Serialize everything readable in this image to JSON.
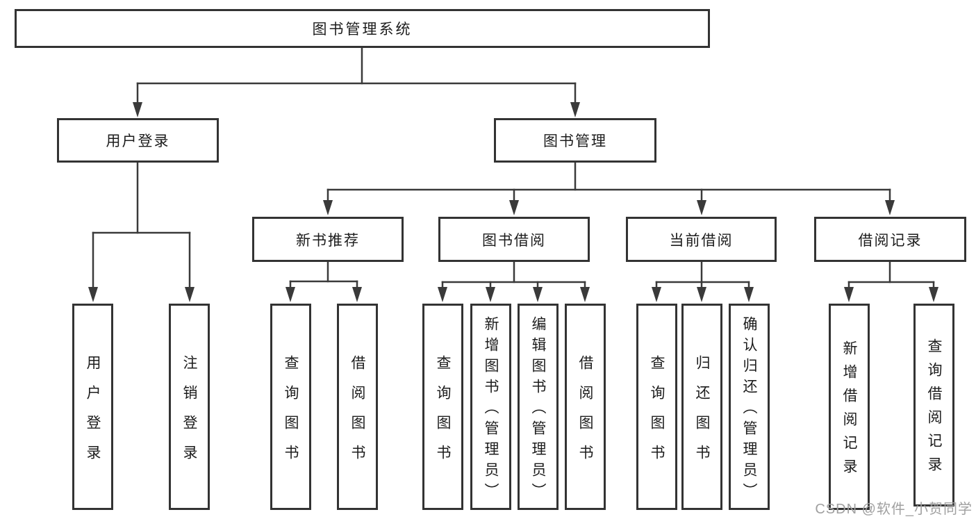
{
  "tree": {
    "label": "图书管理系统",
    "children": [
      {
        "label": "用户登录",
        "children": [
          {
            "label": "用户登录"
          },
          {
            "label": "注销登录"
          }
        ]
      },
      {
        "label": "图书管理",
        "children": [
          {
            "label": "新书推荐",
            "children": [
              {
                "label": "查询图书"
              },
              {
                "label": "借阅图书"
              }
            ]
          },
          {
            "label": "图书借阅",
            "children": [
              {
                "label": "查询图书"
              },
              {
                "label": "新增图书（管理员）"
              },
              {
                "label": "编辑图书（管理员）"
              },
              {
                "label": "借阅图书"
              }
            ]
          },
          {
            "label": "当前借阅",
            "children": [
              {
                "label": "查询图书"
              },
              {
                "label": "归还图书"
              },
              {
                "label": "确认归还（管理员）"
              }
            ]
          },
          {
            "label": "借阅记录",
            "children": [
              {
                "label": "新增借阅记录"
              },
              {
                "label": "查询借阅记录"
              }
            ]
          }
        ]
      }
    ]
  },
  "watermark": {
    "text": "CSDN @软件_小贺同学"
  },
  "colors": {
    "line": "#3a3a3a",
    "box_border": "#333333",
    "text": "#1c1c1c",
    "watermark": "#a0a0a0",
    "background": "#ffffff"
  }
}
